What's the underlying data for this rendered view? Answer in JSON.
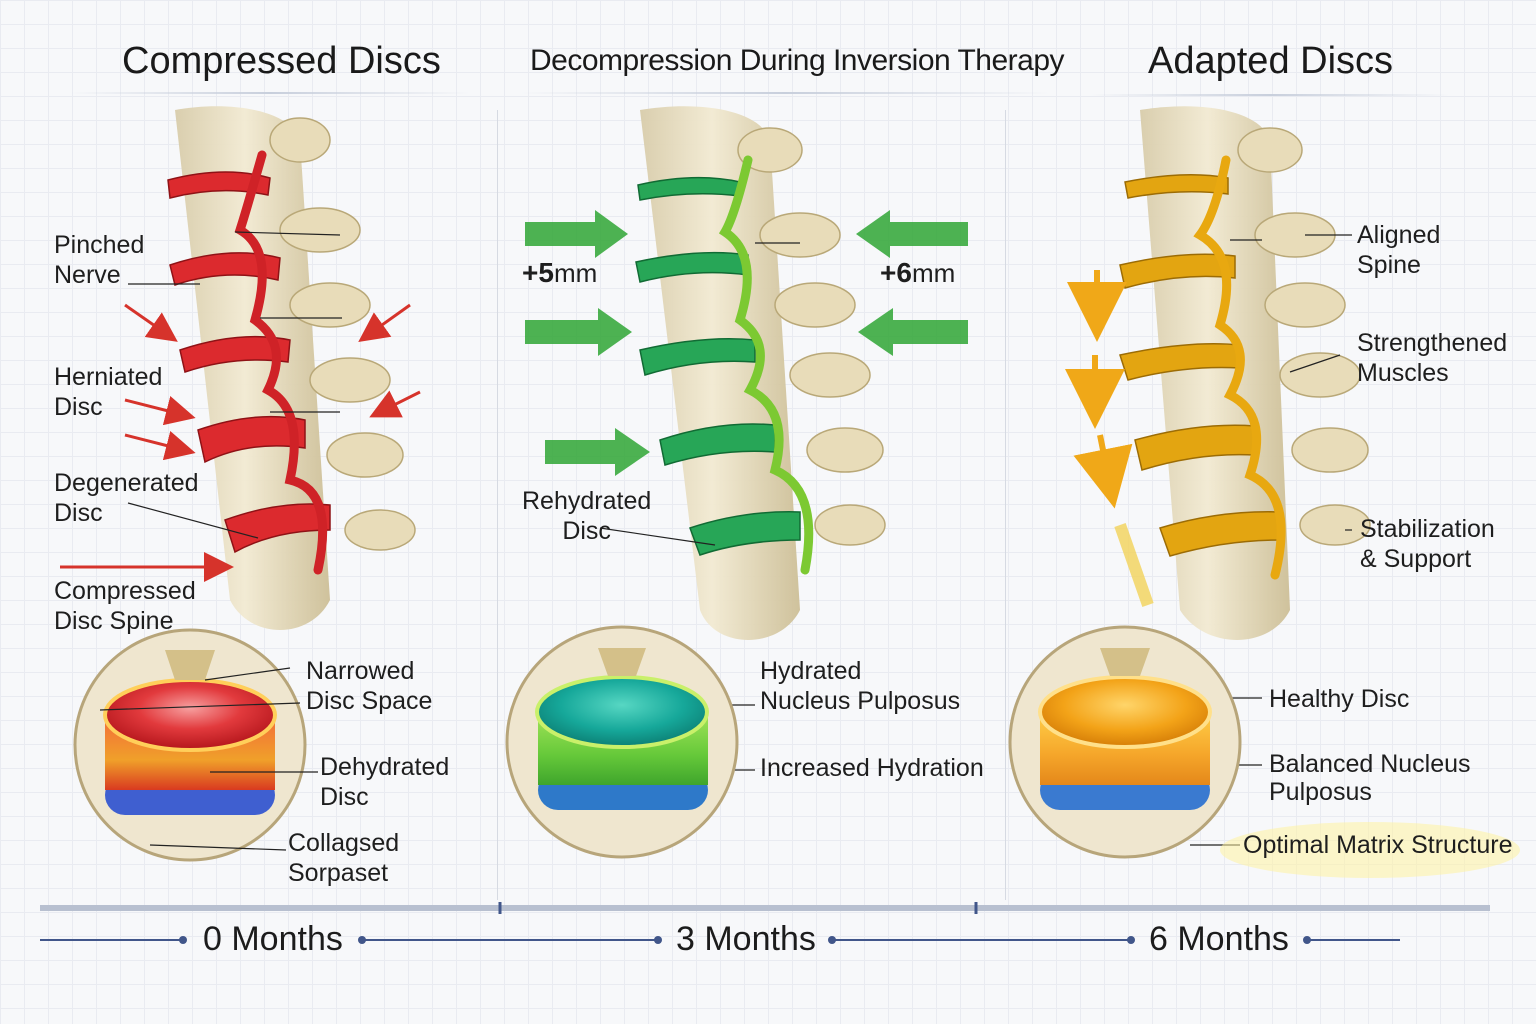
{
  "panels": [
    {
      "title": "Compressed Discs",
      "labels": {
        "pinched_nerve": "Pinched\nNerve",
        "herniated_disc": "Herniated\nDisc",
        "degenerated_disc": "Degenerated\nDisc",
        "compressed_spine": "Compressed\nDisc Spine",
        "narrowed_space": "Narrowed\nDisc Space",
        "dehydrated_disc": "Dehydrated\nDisc",
        "collapsed_core": "Collagsed\nSorpaset"
      },
      "disc_color": "#d9262b"
    },
    {
      "title": "Decompression During Inversion Therapy",
      "labels": {
        "gain_left": "+5",
        "gain_left_unit": "mm",
        "gain_right": "+6",
        "gain_right_unit": "mm",
        "rehydrated_disc": "Rehydrated\nDisc",
        "hydrated_nucleus": "Hydrated\nNucleus Pulposus",
        "increased_hydration": "Increased Hydration"
      },
      "disc_color": "#2fae57",
      "arrow_color": "#3aaa3f"
    },
    {
      "title": "Adapted Discs",
      "labels": {
        "aligned_spine": "Aligned\nSpine",
        "strengthened_muscles": "Strengthened\nMuscles",
        "stabilization": "Stabilization\n& Support",
        "healthy_disc": "Healthy Disc",
        "balanced_nucleus": "Balanced Nucleus\nPulposus",
        "optimal_matrix": "Optimal Matrix Structure"
      },
      "disc_color": "#e6a812",
      "arrow_color": "#f0a818"
    }
  ],
  "timeline": {
    "stages": [
      "0 Months",
      "3 Months",
      "6 Months"
    ]
  },
  "colors": {
    "bone": "#ece3c6",
    "bone_shadow": "#cbbd97",
    "line": "#41568a"
  }
}
